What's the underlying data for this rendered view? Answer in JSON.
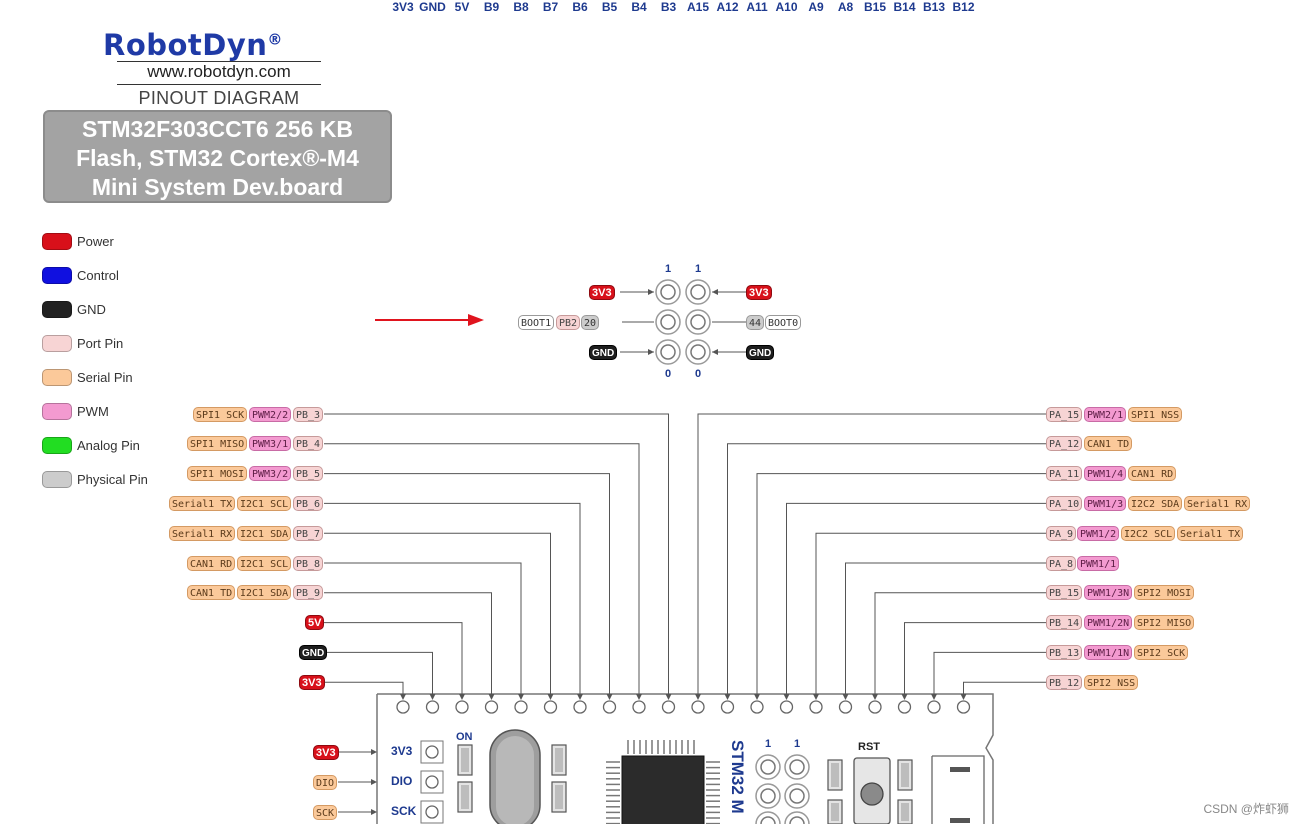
{
  "header": {
    "logo_text": "RobotDyn",
    "logo_mark": "®",
    "url": "www.robotdyn.com",
    "subtitle": "PINOUT DIAGRAM",
    "title_lines": [
      "STM32F303CCT6 256 KB",
      "Flash, STM32 Cortex®-M4",
      "Mini System Dev.board"
    ]
  },
  "legend": [
    {
      "label": "Power",
      "color": "#d8101a"
    },
    {
      "label": "Control",
      "color": "#1010e0"
    },
    {
      "label": "GND",
      "color": "#222222"
    },
    {
      "label": "Port Pin",
      "color": "#f7d4d4"
    },
    {
      "label": "Serial Pin",
      "color": "#fbc99a"
    },
    {
      "label": "PWM",
      "color": "#f39ad0"
    },
    {
      "label": "Analog Pin",
      "color": "#22dd22"
    },
    {
      "label": "Physical Pin",
      "color": "#cccccc"
    }
  ],
  "boot_header": {
    "top_numbers": [
      "1",
      "1"
    ],
    "bottom_numbers": [
      "0",
      "0"
    ],
    "left": {
      "top": "3V3",
      "middle": [
        "BOOT1",
        "PB2",
        "20"
      ],
      "bottom": "GND"
    },
    "right": {
      "top": "3V3",
      "middle": [
        "44",
        "BOOT0"
      ],
      "bottom": "GND"
    }
  },
  "left_pins": [
    [
      "SPI1 SCK",
      "PWM2/2",
      "PB_3"
    ],
    [
      "SPI1 MISO",
      "PWM3/1",
      "PB_4"
    ],
    [
      "SPI1 MOSI",
      "PWM3/2",
      "PB_5"
    ],
    [
      "Serial1 TX",
      "I2C1 SCL",
      "PB_6"
    ],
    [
      "Serial1 RX",
      "I2C1 SDA",
      "PB_7"
    ],
    [
      "CAN1 RD",
      "I2C1 SCL",
      "PB_8"
    ],
    [
      "CAN1 TD",
      "I2C1 SDA",
      "PB_9"
    ],
    [
      "5V"
    ],
    [
      "GND"
    ],
    [
      "3V3"
    ]
  ],
  "right_pins": [
    [
      "PA_15",
      "PWM2/1",
      "SPI1 NSS"
    ],
    [
      "PA_12",
      "CAN1 TD"
    ],
    [
      "PA_11",
      "PWM1/4",
      "CAN1 RD"
    ],
    [
      "PA_10",
      "PWM1/3",
      "I2C2 SDA",
      "Serial1 RX"
    ],
    [
      "PA_9",
      "PWM1/2",
      "I2C2 SCL",
      "Serial1 TX"
    ],
    [
      "PA_8",
      "PWM1/1"
    ],
    [
      "PB_15",
      "PWM1/3N",
      "SPI2 MOSI"
    ],
    [
      "PB_14",
      "PWM1/2N",
      "SPI2 MISO"
    ],
    [
      "PB_13",
      "PWM1/1N",
      "SPI2 SCK"
    ],
    [
      "PB_12",
      "SPI2 NSS"
    ]
  ],
  "board": {
    "top_pins": [
      "3V3",
      "GND",
      "5V",
      "B9",
      "B8",
      "B7",
      "B6",
      "B5",
      "B4",
      "B3",
      "A15",
      "A12",
      "A11",
      "A10",
      "A9",
      "A8",
      "B15",
      "B14",
      "B13",
      "B12"
    ],
    "on_label": "ON",
    "rst_label": "RST",
    "chip_text": "STM32 M",
    "header_numbers": [
      "1",
      "1"
    ],
    "side_pins": [
      "3V3",
      "DIO",
      "SCK"
    ],
    "side_tags": [
      "3V3",
      "DIO",
      "SCK"
    ]
  },
  "watermark": "CSDN @炸虾狮",
  "colors": {
    "wire": "#555555",
    "arrow": "#e0141e",
    "pin_text": "#1e3a8f"
  }
}
